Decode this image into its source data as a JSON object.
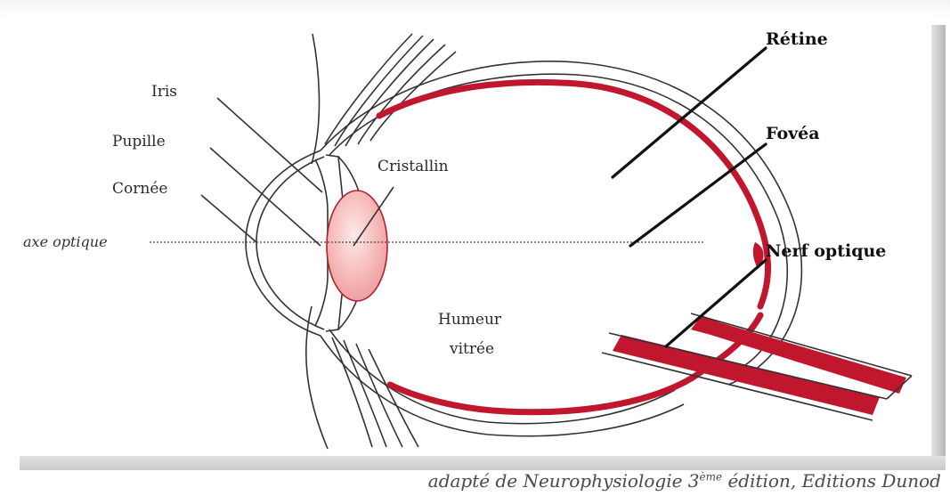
{
  "diagram": {
    "labels": {
      "iris": "Iris",
      "pupille": "Pupille",
      "cornee": "Cornée",
      "axe_optique": "axe optique",
      "cristallin": "Cristallin",
      "humeur_line1": "Humeur",
      "humeur_line2": "vitrée",
      "retine": "Rétine",
      "fovea": "Fovéa",
      "nerf_optique": "Nerf optique"
    },
    "colors": {
      "retina": "#c0172f",
      "lens_fill": "#f6b9b9",
      "lens_stroke": "#b0202e",
      "outline": "#333333"
    }
  },
  "caption": {
    "prefix": "adapté de Neurophysiologie 3",
    "superscript": "ème",
    "suffix": " édition, Editions Dunod"
  }
}
